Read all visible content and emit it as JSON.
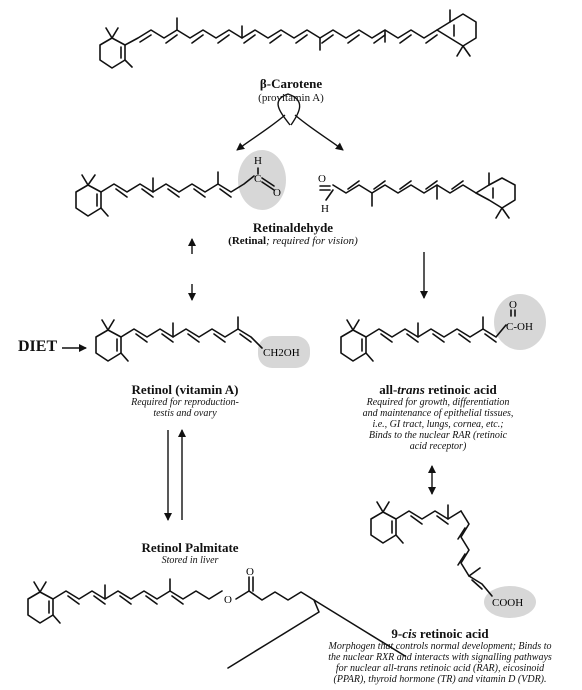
{
  "compounds": {
    "beta_carotene": {
      "prefix": "β-",
      "name": "Carotene",
      "subtitle": "(provitamin A)"
    },
    "retinaldehyde": {
      "name": "Retinaldehyde",
      "subtitle_bold": "(Retinal",
      "subtitle_rest": "; required for vision)",
      "group_h": "H",
      "group_c": "C",
      "group_o": "O"
    },
    "retinol": {
      "name": "Retinol (vitamin A)",
      "note_lines": [
        "Required for reproduction-",
        "testis and ovary"
      ],
      "group": "CH2OH"
    },
    "atra": {
      "prefix": "all-",
      "italic": "trans",
      "suffix": " retinoic acid",
      "group": "C-OH",
      "group_o": "O",
      "note_lines": [
        "Required for growth, differentiation",
        "and maintenance of epithelial tissues,",
        "i.e., GI tract, lungs, cornea, etc.;",
        "Binds to the nuclear RAR (retinoic",
        "acid receptor)"
      ]
    },
    "palmitate": {
      "name": "Retinol Palmitate",
      "note": "Stored in liver",
      "group_o": "O",
      "group_o2": "O"
    },
    "ninecis": {
      "prefix": "9-",
      "italic": "cis",
      "suffix": " retinoic acid",
      "group": "COOH",
      "note_lines": [
        "Morphogen that controls normal development; Binds to",
        "the nuclear RXR and interacts with signalling pathways",
        "for nuclear all-trans retinoic acid (RAR), eicosinoid",
        "(PPAR), thyroid hormone (TR) and vitamin D (VDR)."
      ]
    }
  },
  "diet": "DIET",
  "colors": {
    "ink": "#111111",
    "highlight": "#c9c9c9"
  }
}
